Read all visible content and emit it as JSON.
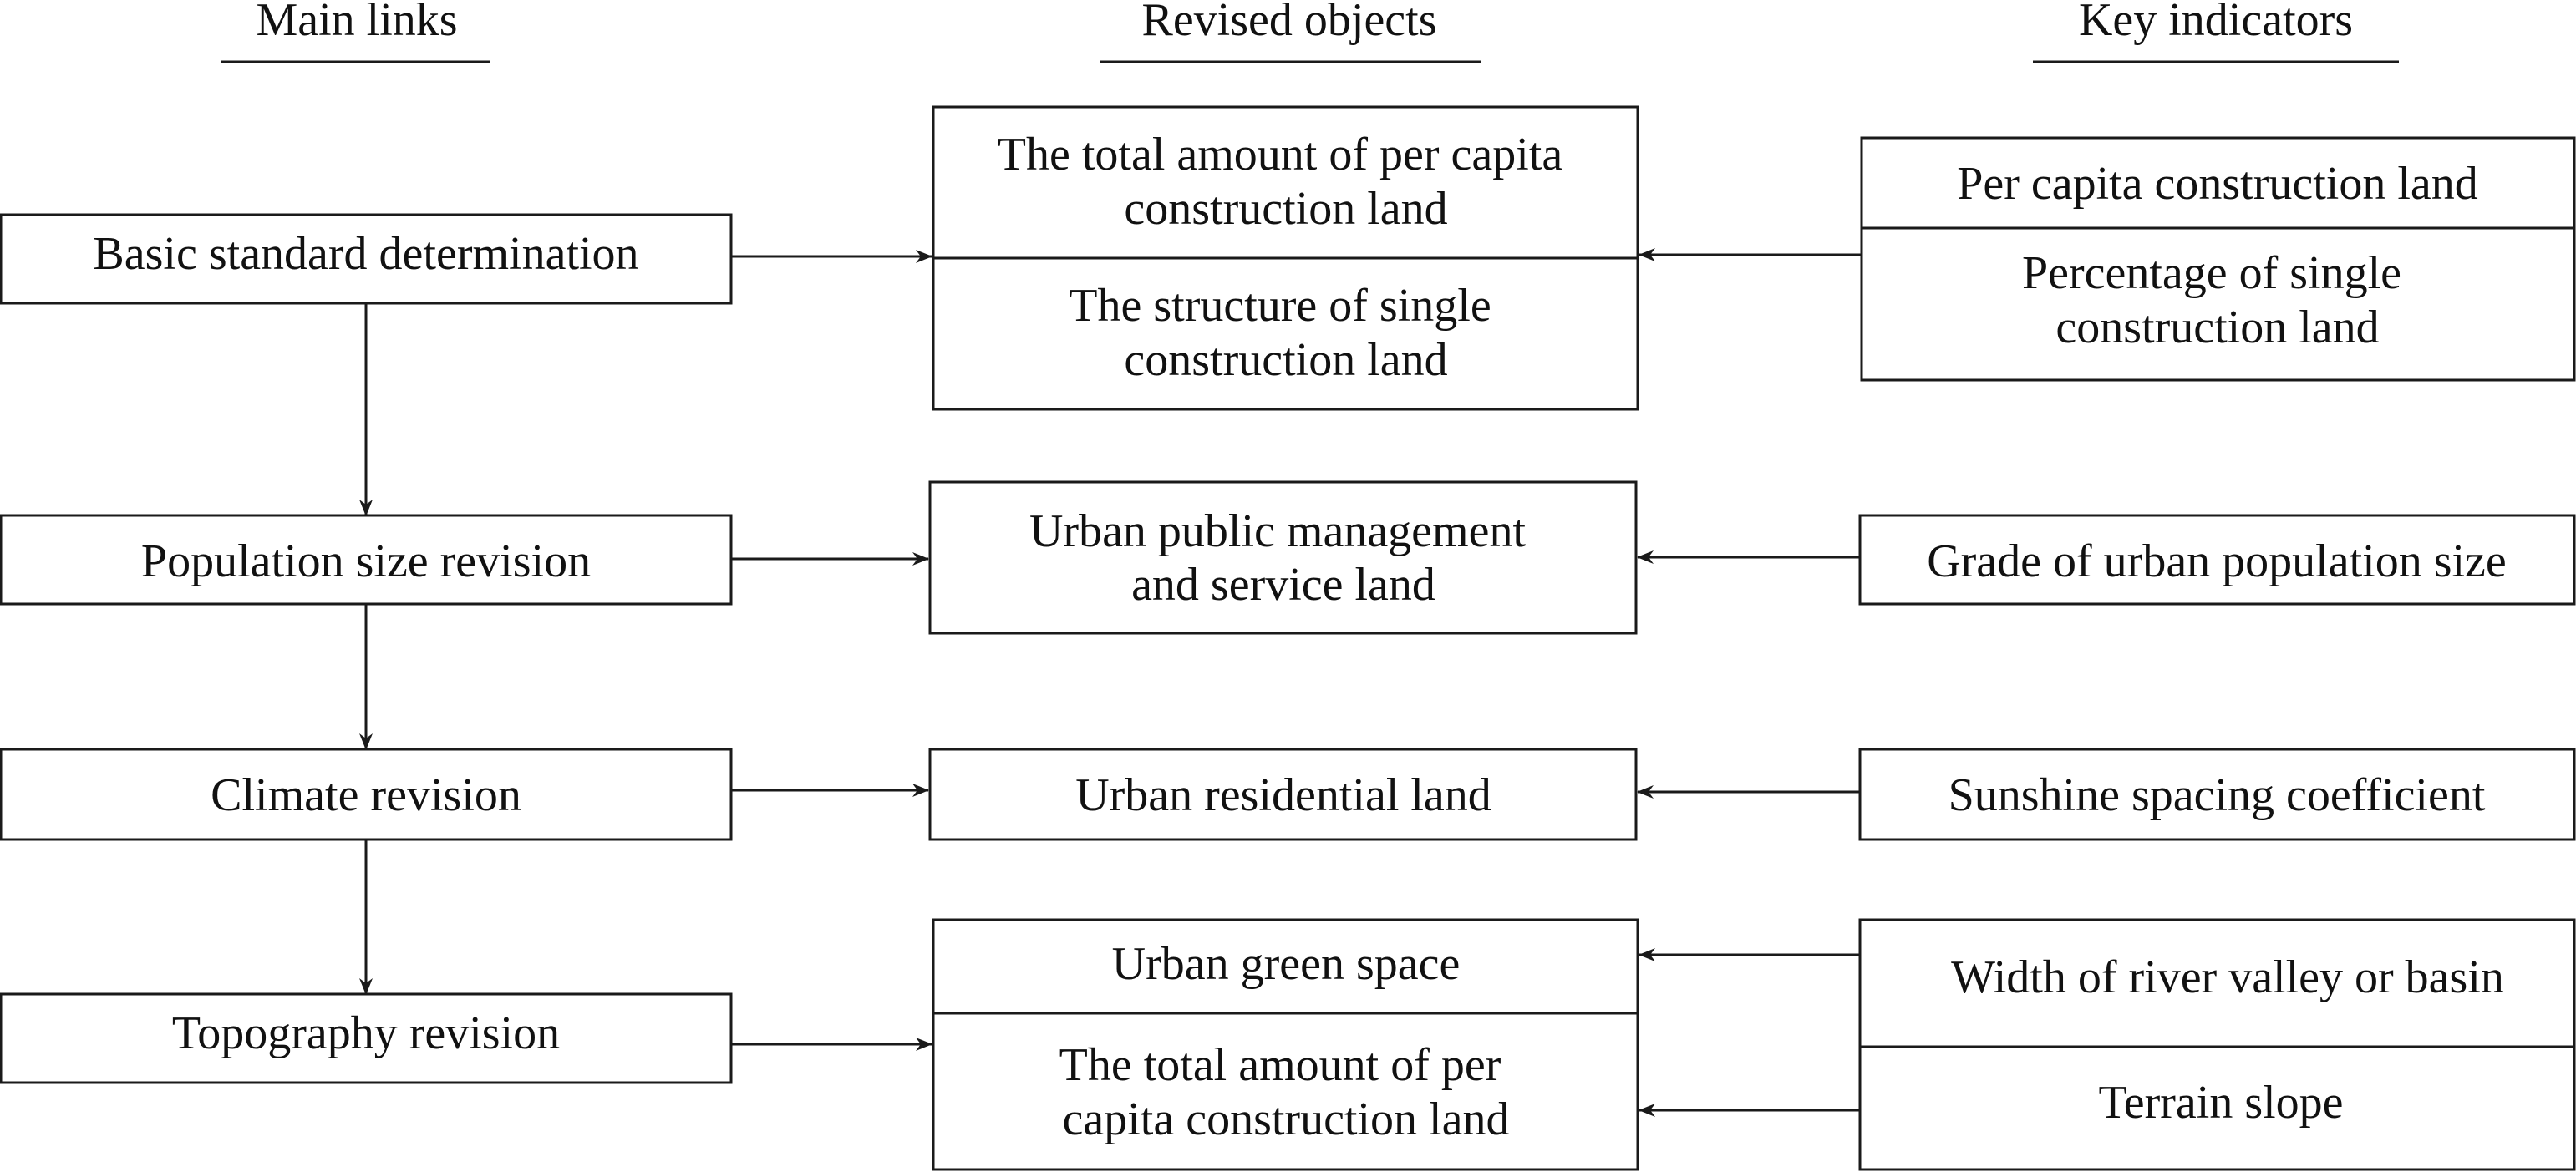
{
  "headers": {
    "main_links": "Main links",
    "revised_objects": "Revised objects",
    "key_indicators": "Key indicators"
  },
  "main_links": [
    "Basic standard determination",
    "Population size revision",
    "Climate revision",
    "Topography revision"
  ],
  "revised_objects": {
    "g1": {
      "top": [
        "The total amount of per capita",
        "construction land"
      ],
      "bottom": [
        "The structure of single",
        "construction land"
      ]
    },
    "g2": [
      "Urban public management",
      "and service land"
    ],
    "g3": [
      "Urban residential land"
    ],
    "g4": {
      "top": [
        "Urban green space"
      ],
      "bottom": [
        "The total amount of per",
        "capita construction land"
      ]
    }
  },
  "key_indicators": {
    "g1": {
      "top": [
        "Per capita construction land"
      ],
      "bottom": [
        "Percentage of single",
        "construction land"
      ]
    },
    "g2": [
      "Grade of urban population size"
    ],
    "g3": [
      "Sunshine spacing coefficient"
    ],
    "g4": {
      "top": [
        "Width of river valley or basin"
      ],
      "bottom": [
        "Terrain slope"
      ]
    }
  }
}
